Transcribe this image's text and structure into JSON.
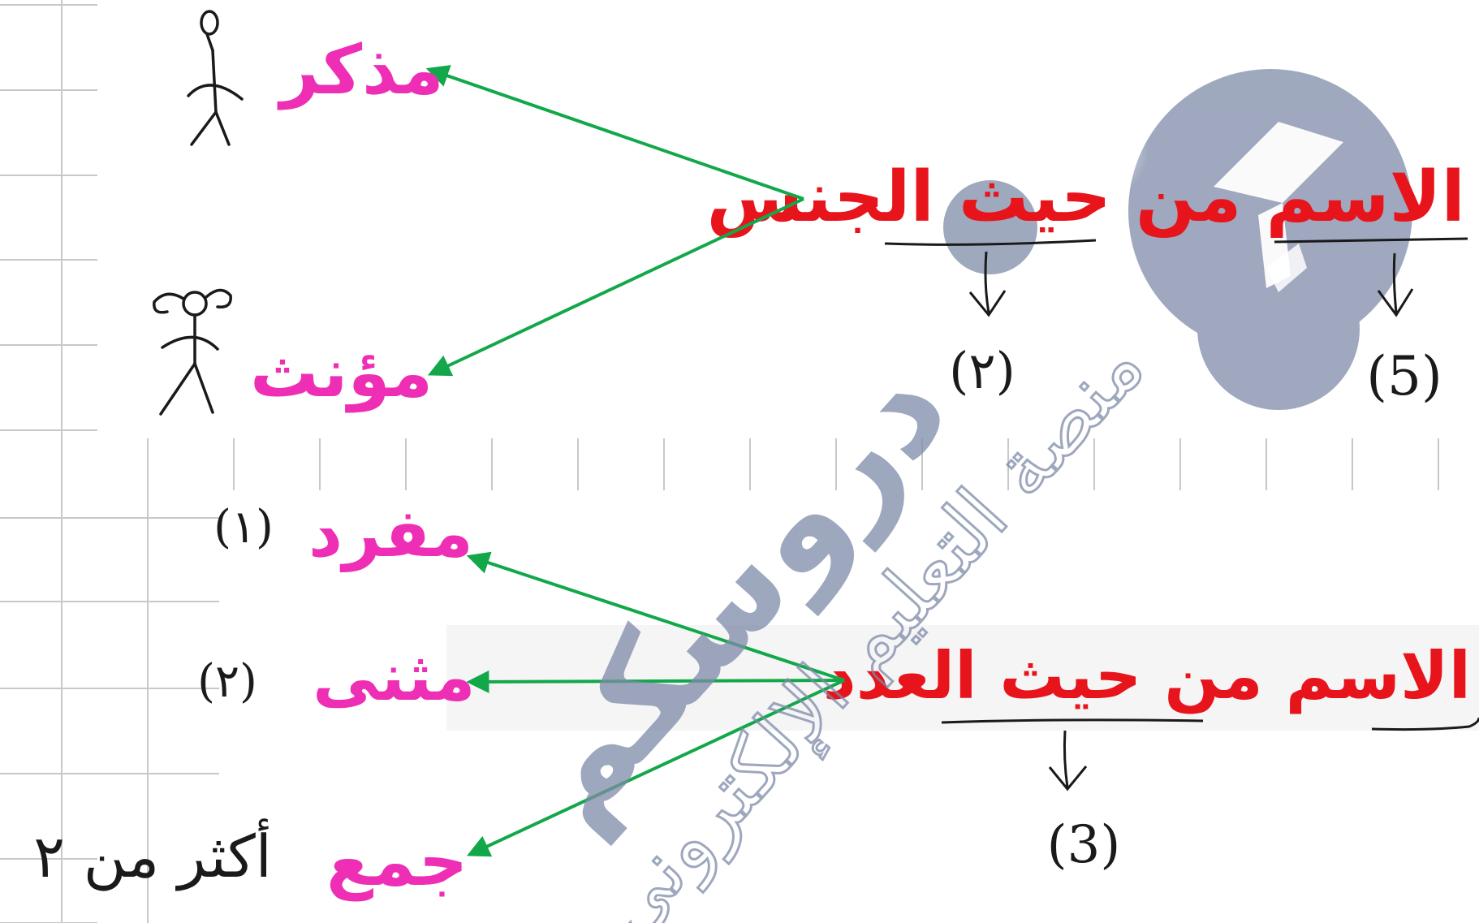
{
  "colors": {
    "red": "#e8141c",
    "pink": "#ee2fb6",
    "green": "#12a84a",
    "ink": "#1a1a1a",
    "watermark": "#7d8aa8",
    "grid": "#c8c8c8"
  },
  "gender": {
    "heading": "الاسم من حيث الجنس",
    "marker_left": "(٢)",
    "marker_right": "(5)",
    "masculine": "مذكر",
    "feminine": "مؤنث"
  },
  "number": {
    "heading": "الاسم من حيث العدد",
    "marker": "(3)",
    "singular": "مفرد",
    "singular_mark": "(١)",
    "dual": "مثنى",
    "dual_mark": "(٢)",
    "plural": "جمع",
    "plural_note": "أكثر من ٢"
  },
  "watermark": {
    "brand": "دروسكم",
    "tagline": "منصة التعليم الإلكتروني"
  },
  "icons": {
    "male": "male-stick-figure-icon",
    "female": "female-stick-figure-icon",
    "logo": "graduation-cap-logo-icon"
  }
}
